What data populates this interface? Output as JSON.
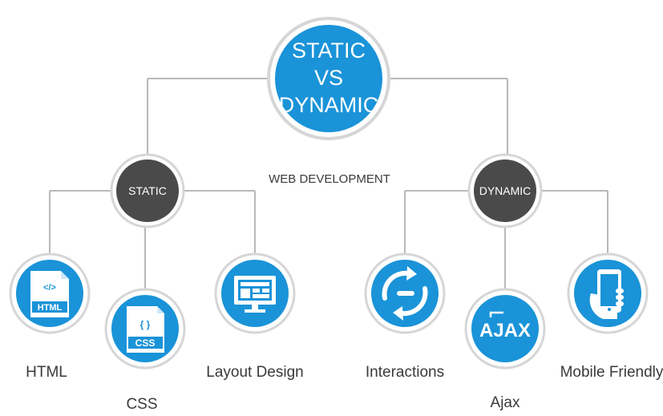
{
  "diagram": {
    "center": {
      "line1": "STATIC",
      "line2": "VS",
      "line3": "DYNAMIC"
    },
    "subtitle": "WEB DEVELOPMENT",
    "static_hub": "STATIC",
    "dynamic_hub": "DYNAMIC",
    "leaves": {
      "html": {
        "label": "HTML",
        "icon": "html-file-icon",
        "icon_text": "HTML",
        "icon_tag": "</>"
      },
      "css": {
        "label": "CSS",
        "icon": "css-file-icon",
        "icon_text": "CSS",
        "icon_tag": "{ }"
      },
      "layout": {
        "label": "Layout Design",
        "icon": "layout-monitor-icon"
      },
      "interactions": {
        "label": "Interactions",
        "icon": "refresh-arrows-icon"
      },
      "ajax": {
        "label": "Ajax",
        "icon": "ajax-icon",
        "icon_text": "AJAX"
      },
      "mobile": {
        "label": "Mobile Friendly",
        "icon": "mobile-hand-icon"
      }
    },
    "colors": {
      "primary_blue": "#1a93d8",
      "dark_hub": "#4a4a4a",
      "ring": "#d6d6d6",
      "line": "#b9b9b9",
      "text": "#3a3a3a"
    }
  }
}
